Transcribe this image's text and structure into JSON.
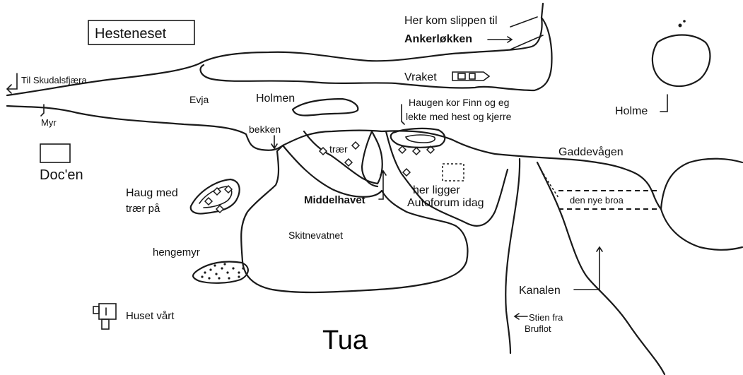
{
  "map": {
    "title": "Tua",
    "labels": {
      "hesteneset": "Hesteneset",
      "her_kom_1": "Her kom slippen til",
      "her_kom_2": "Ankerløkken",
      "til_skudal": "Til Skudalsfjæra",
      "evja": "Evja",
      "holmen": "Holmen",
      "vraket": "Vraket",
      "haugen_1": "Haugen kor Finn og eg",
      "haugen_2": "lekte med hest og kjerre",
      "holme": "Holme",
      "myr": "Myr",
      "bekken": "bekken",
      "traer": "trær",
      "gaddevagen": "Gaddevågen",
      "docen": "Doc'en",
      "haug_1": "Haug med",
      "haug_2": "trær på",
      "middelhavet": "Middelhavet",
      "her_ligger_1": "her ligger",
      "her_ligger_2": "Autoforum idag",
      "den_nye_broa": "den nye broa",
      "skitnevatnet": "Skitnevatnet",
      "hengemyr": "hengemyr",
      "kanalen": "Kanalen",
      "huset": "Huset vårt",
      "stien_1": "Stien fra",
      "stien_2": "Bruflot"
    }
  }
}
